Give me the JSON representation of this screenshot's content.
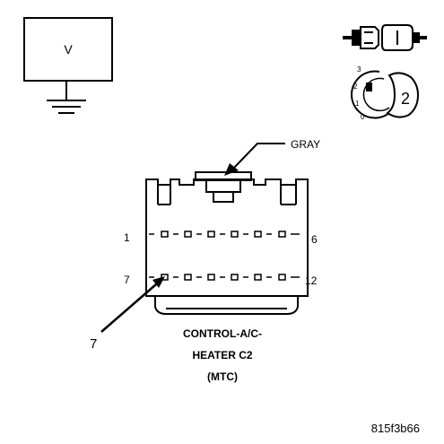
{
  "meter": {
    "label": "V"
  },
  "wire_color": "GRAY",
  "connector": {
    "pin_top_left": "1",
    "pin_top_right": "6",
    "pin_bottom_left": "7",
    "pin_bottom_right": "12",
    "name_line1": "CONTROL-A/C-",
    "name_line2": "HEATER C2",
    "name_line3": "(MTC)"
  },
  "callout_pin": "7",
  "ignition": {
    "step": "2",
    "positions": [
      "3",
      "2",
      "1",
      "0"
    ]
  },
  "figure_id": "815f3b66",
  "icons": [
    "voltmeter-icon",
    "ground-icon",
    "connector-disconnect-icon",
    "ignition-key-icon"
  ]
}
